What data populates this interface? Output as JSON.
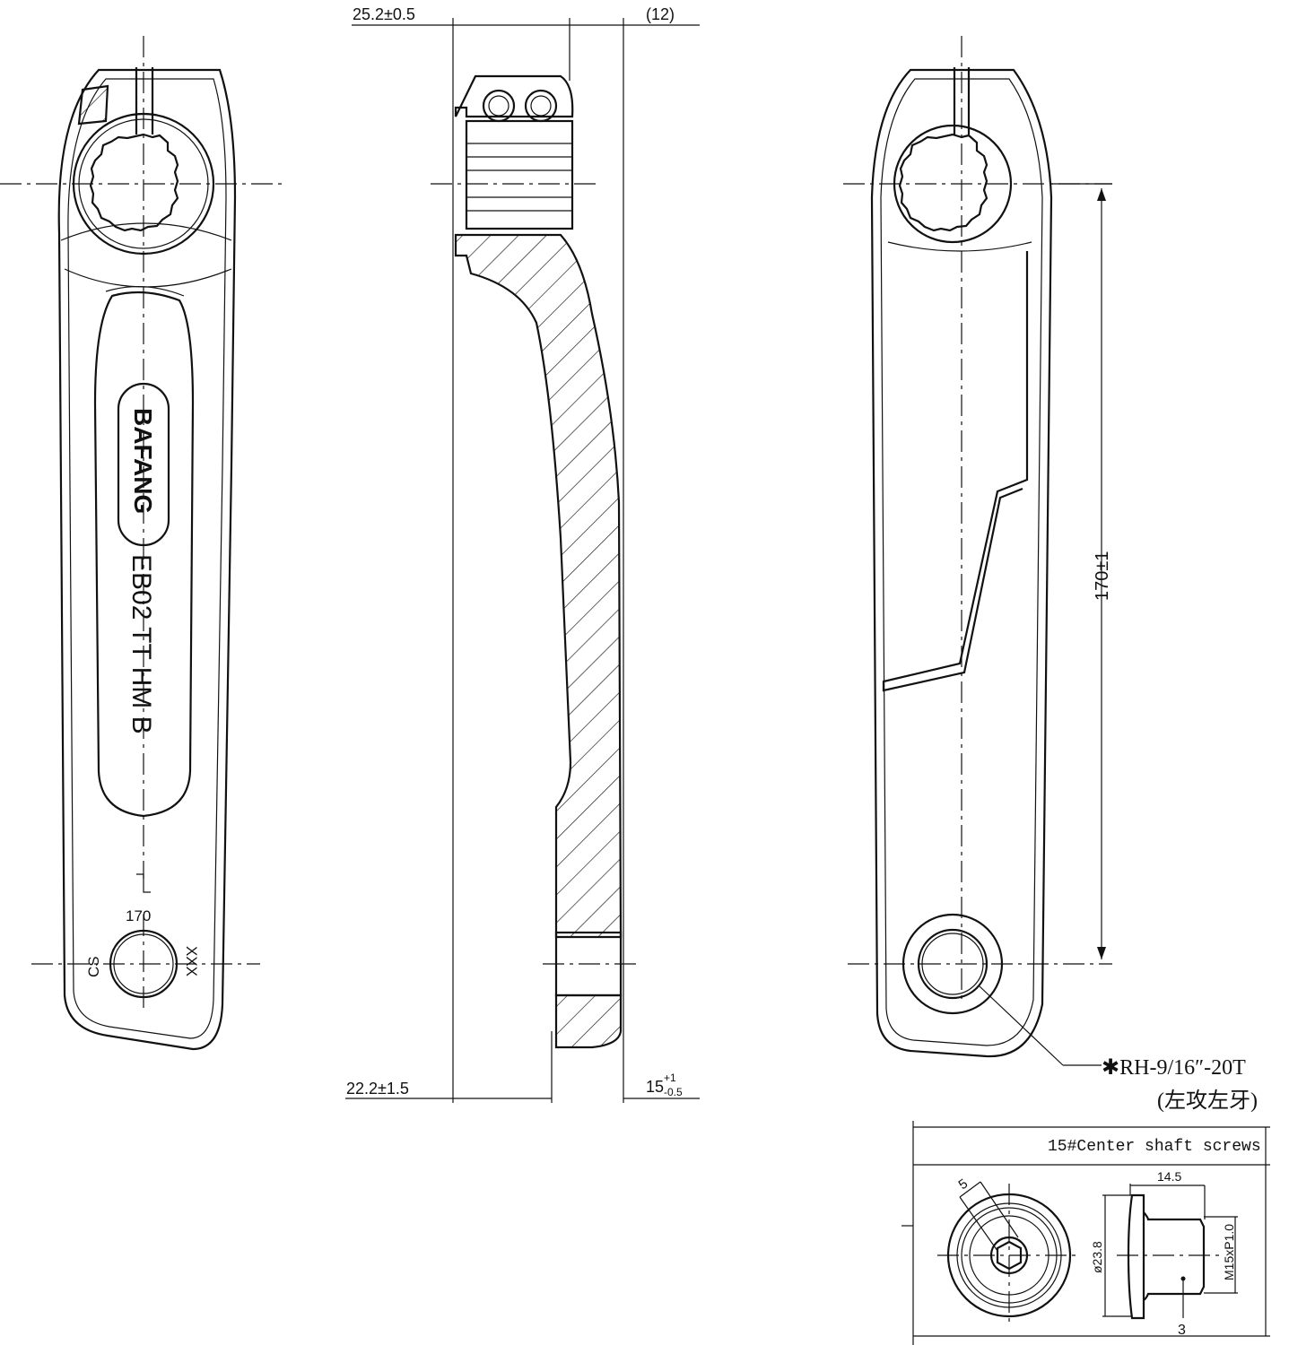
{
  "dimensions": {
    "top_left": "25.2±0.5",
    "top_right": "(12)",
    "bottom_left": "22.2±1.5",
    "bottom_right_base": "15",
    "bottom_right_upper": "+1",
    "bottom_right_lower": "-0.5",
    "length": "170±1"
  },
  "left_view": {
    "logo": "BAFANG",
    "model": "EB02  TT   HM  B",
    "length_mark": "170",
    "mark_left": "CS",
    "mark_right": "XXX"
  },
  "thread_note": {
    "spec": "✱RH-9/16″-20T",
    "note": "(左攻左牙)"
  },
  "screw_detail": {
    "title": "15#Center shaft screws",
    "hex": "5",
    "length": "14.5",
    "diameter": "ø23.8",
    "thread": "M15xP1.0",
    "callout": "3"
  },
  "colors": {
    "line": "#111111",
    "background": "#ffffff"
  }
}
